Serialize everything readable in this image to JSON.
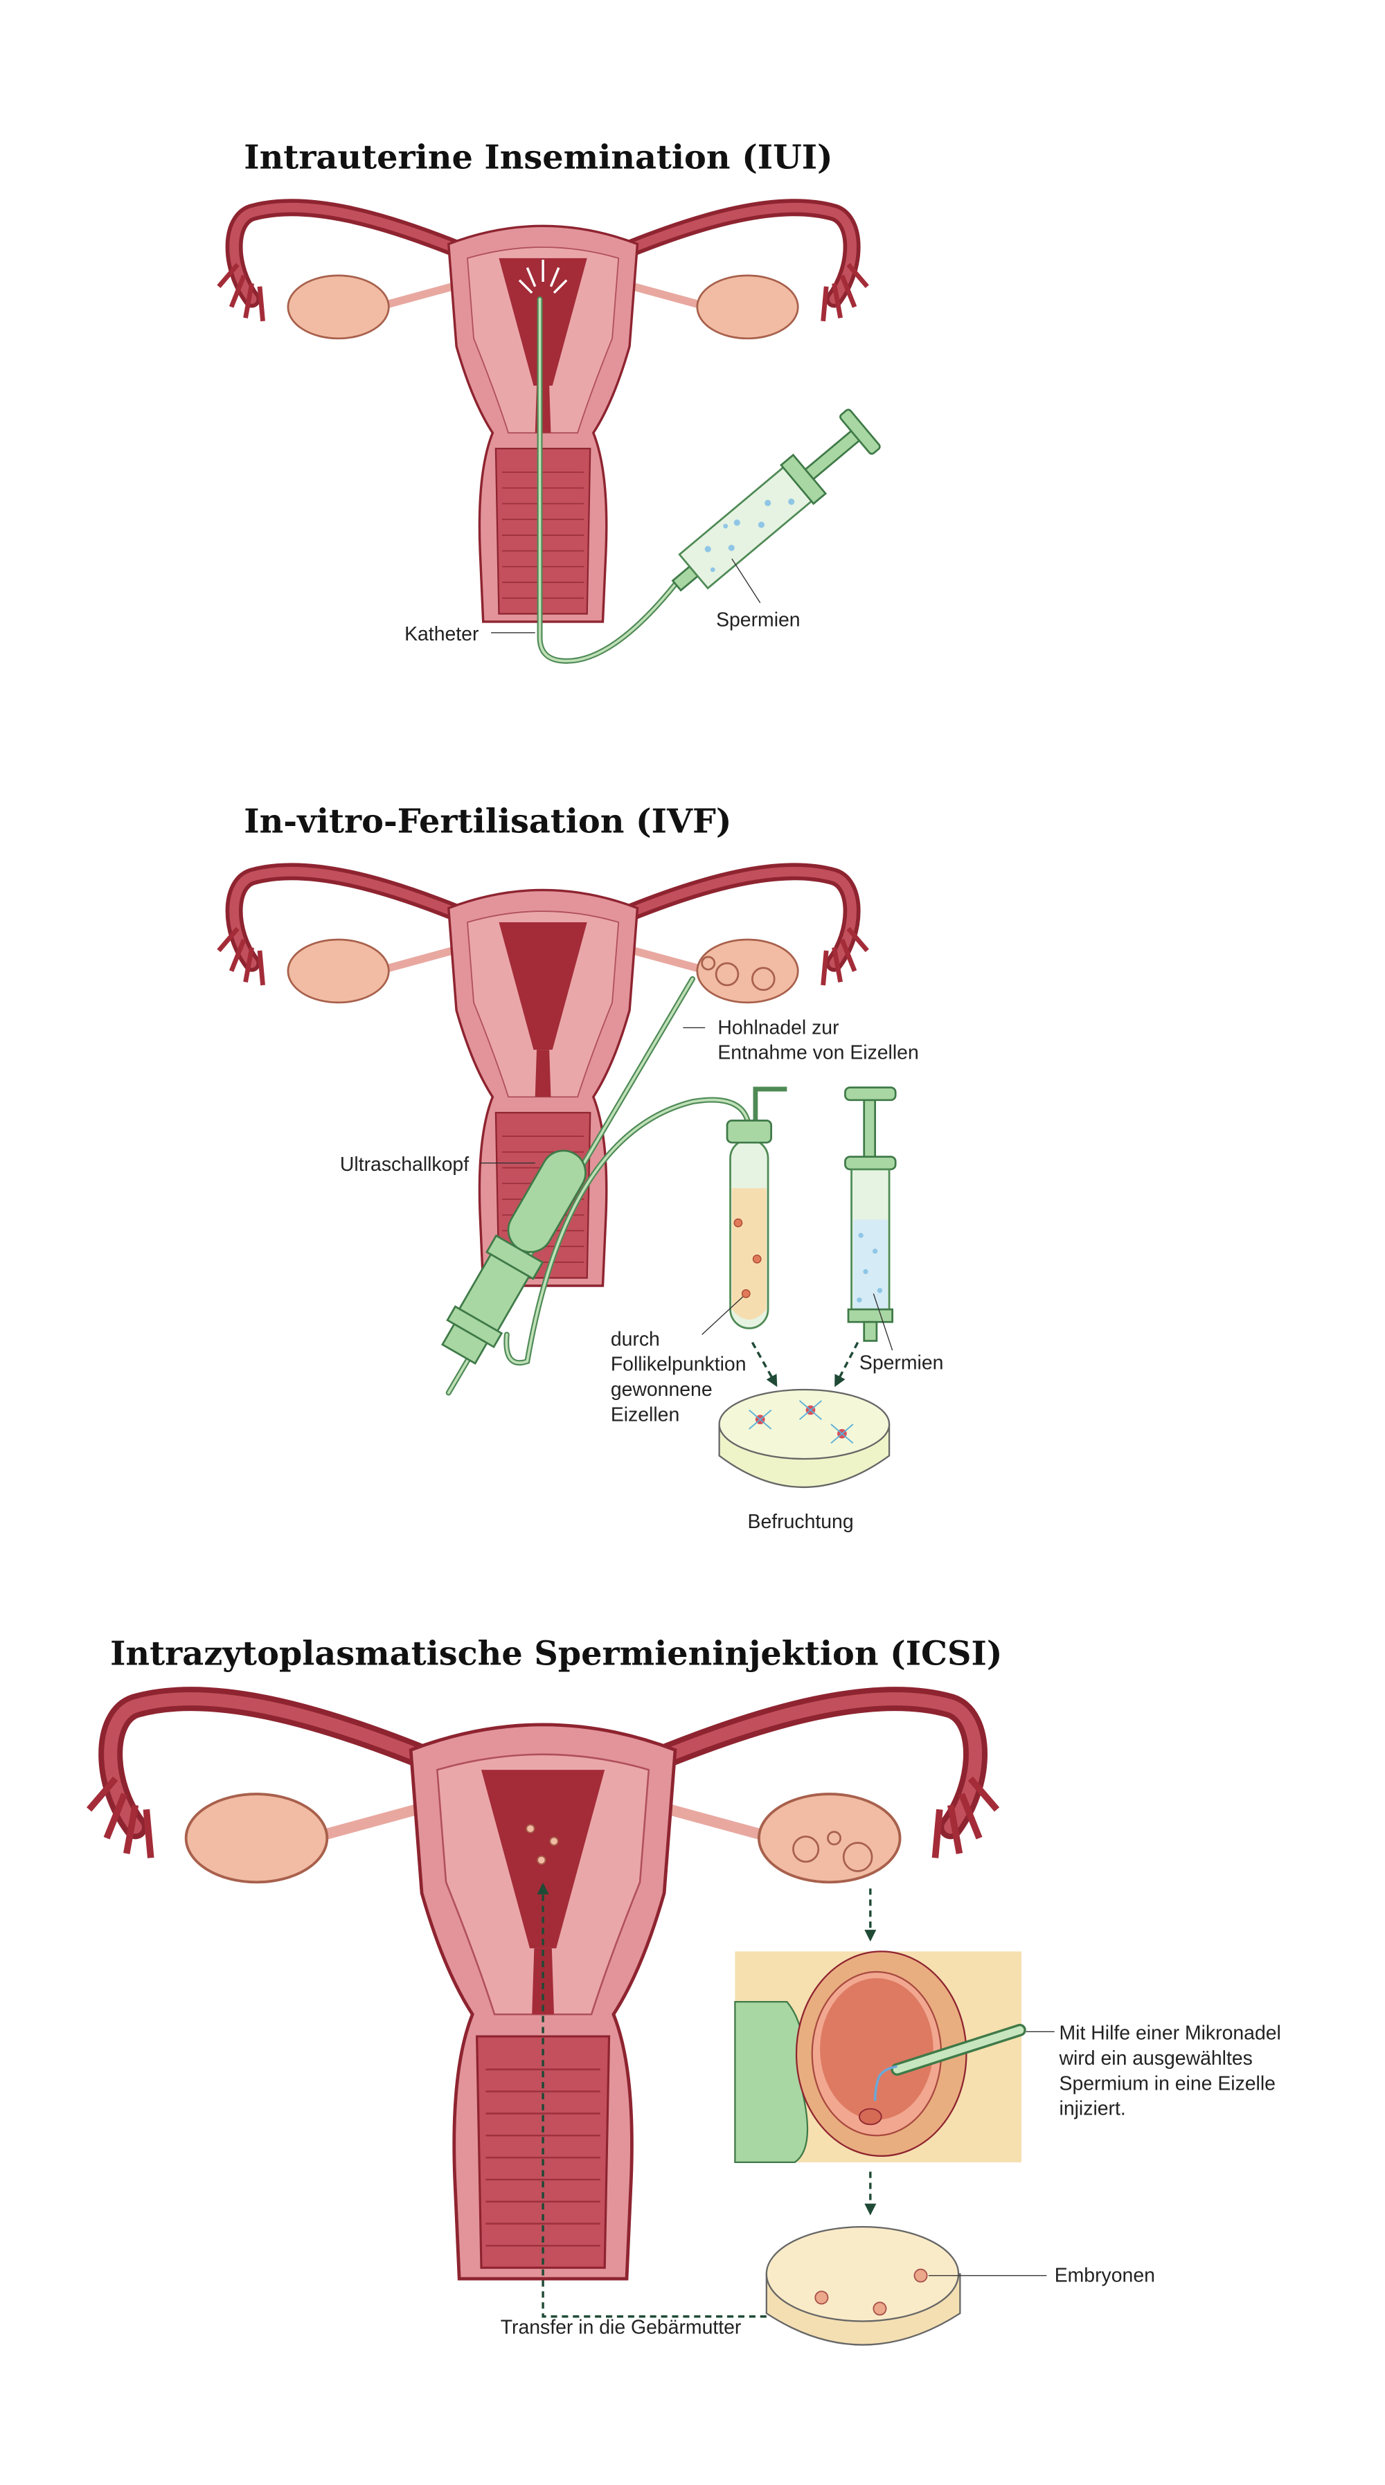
{
  "sections": [
    {
      "title": "Intrauterine Insemination (IUI)",
      "labels": {
        "catheter": "Katheter",
        "sperm": "Spermien"
      }
    },
    {
      "title": "In-vitro-Fertilisation (IVF)",
      "labels": {
        "needle_line1": "Hohlnadel zur",
        "needle_line2": "Entnahme von Eizellen",
        "probe": "Ultraschallkopf",
        "eggs_line1": "durch",
        "eggs_line2": "Follikelpunktion",
        "eggs_line3": "gewonnene",
        "eggs_line4": "Eizellen",
        "sperm": "Spermien",
        "fertilization": "Befruchtung"
      }
    },
    {
      "title": "Intrazytoplasmatische Spermieninjektion (ICSI)",
      "labels": {
        "micro_line1": "Mit Hilfe einer Mikronadel",
        "micro_line2": "wird ein ausgewähltes",
        "micro_line3": "Spermium in eine Eizelle",
        "micro_line4": "injiziert.",
        "embryos": "Embryonen",
        "transfer": "Transfer in die Gebärmutter"
      }
    }
  ],
  "colors": {
    "uterus": "#e2949a",
    "uterus_dark": "#a32c38",
    "ovary": "#f1bca3",
    "instrument_green": "#a9d7a3",
    "arrow": "#1f4a36",
    "panel_bg": "#f6e0b0"
  }
}
